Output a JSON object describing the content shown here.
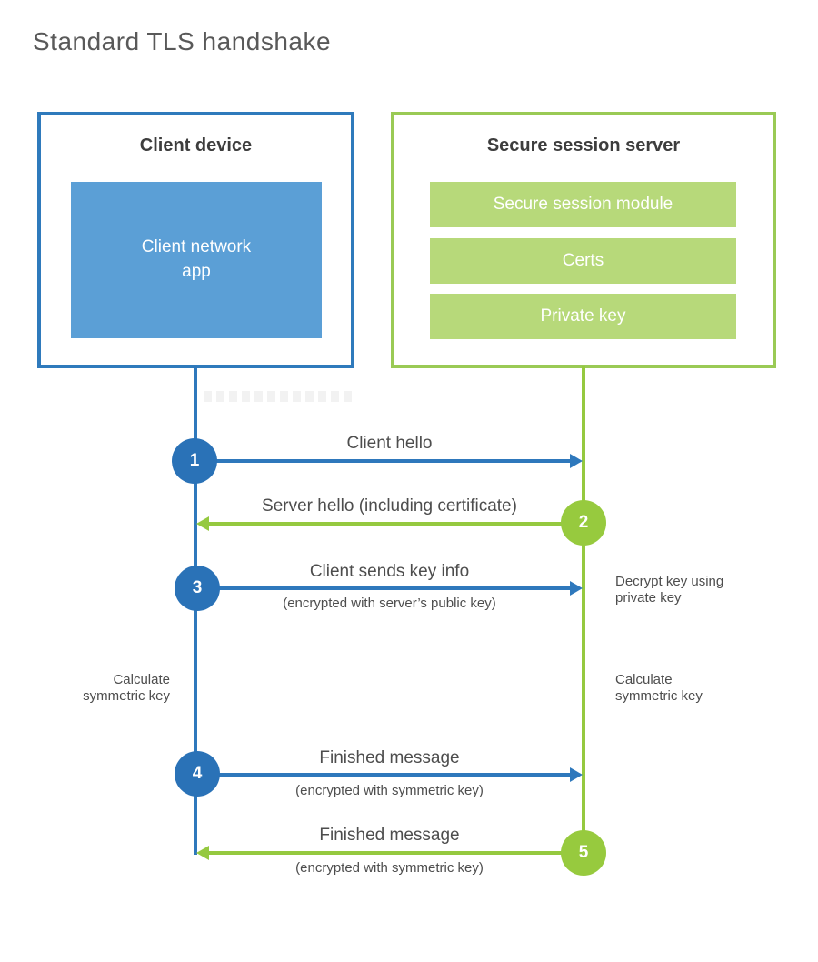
{
  "title": "Standard TLS handshake",
  "colors": {
    "client_blue_border": "#2f7abc",
    "client_blue_fill": "#5b9fd6",
    "blue_accent": "#2a72b7",
    "server_green_border": "#9aca55",
    "server_green_fill": "#b7d97a",
    "green_accent": "#95c93f",
    "heading_text": "#3d3d3d",
    "label_text": "#4d4d4d",
    "title_text": "#595959"
  },
  "client": {
    "title": "Client device",
    "app_label": "Client network app"
  },
  "server": {
    "title": "Secure session server",
    "modules": [
      "Secure session module",
      "Certs",
      "Private key"
    ]
  },
  "steps": [
    {
      "n": "1",
      "from": "client",
      "to": "server",
      "label": "Client hello",
      "sub": ""
    },
    {
      "n": "2",
      "from": "server",
      "to": "client",
      "label": "Server hello (including certificate)",
      "sub": ""
    },
    {
      "n": "3",
      "from": "client",
      "to": "server",
      "label": "Client sends key info",
      "sub": "(encrypted with server’s public key)"
    },
    {
      "n": "4",
      "from": "client",
      "to": "server",
      "label": "Finished message",
      "sub": "(encrypted with symmetric key)"
    },
    {
      "n": "5",
      "from": "server",
      "to": "client",
      "label": "Finished message",
      "sub": "(encrypted with symmetric key)"
    }
  ],
  "notes": {
    "decrypt": "Decrypt key using private key",
    "calc_left": "Calculate symmetric key",
    "calc_right": "Calculate symmetric key"
  }
}
